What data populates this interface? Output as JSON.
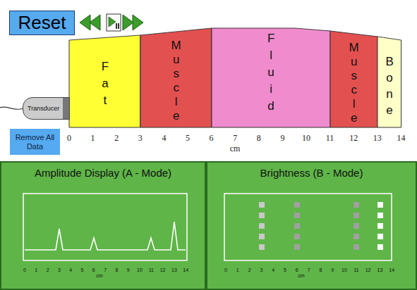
{
  "diagram": {
    "nodes": [
      {
        "text": [
          "Reset"
        ]
      },
      {
        "text": [
          "Transducer"
        ]
      },
      {
        "text": [
          "Fat"
        ]
      },
      {
        "text": [
          "Muscle"
        ]
      },
      {
        "text": [
          "Fluid"
        ]
      },
      {
        "text": [
          "Muscle"
        ]
      },
      {
        "text": [
          "Bone"
        ]
      },
      {
        "text": [
          "Remove All Data"
        ]
      },
      {
        "text": [
          "Amplitude Display (A - Mode)"
        ]
      },
      {
        "text": [
          "Brightness (B - Mode)"
        ]
      }
    ],
    "labels": [
      "0",
      "1",
      "2",
      "3",
      "4",
      "5",
      "6",
      "7",
      "8",
      "9",
      "10",
      "11",
      "12",
      "13",
      "14",
      "cm",
      "0",
      "1",
      "2",
      "3",
      "4",
      "5",
      "6",
      "7",
      "8",
      "9",
      "10",
      "11",
      "12",
      "13",
      "14",
      "cm",
      "0",
      "1",
      "2",
      "3",
      "4",
      "5",
      "6",
      "7",
      "8",
      "9",
      "10",
      "11",
      "12",
      "13",
      "14",
      "cm"
    ]
  }
}
